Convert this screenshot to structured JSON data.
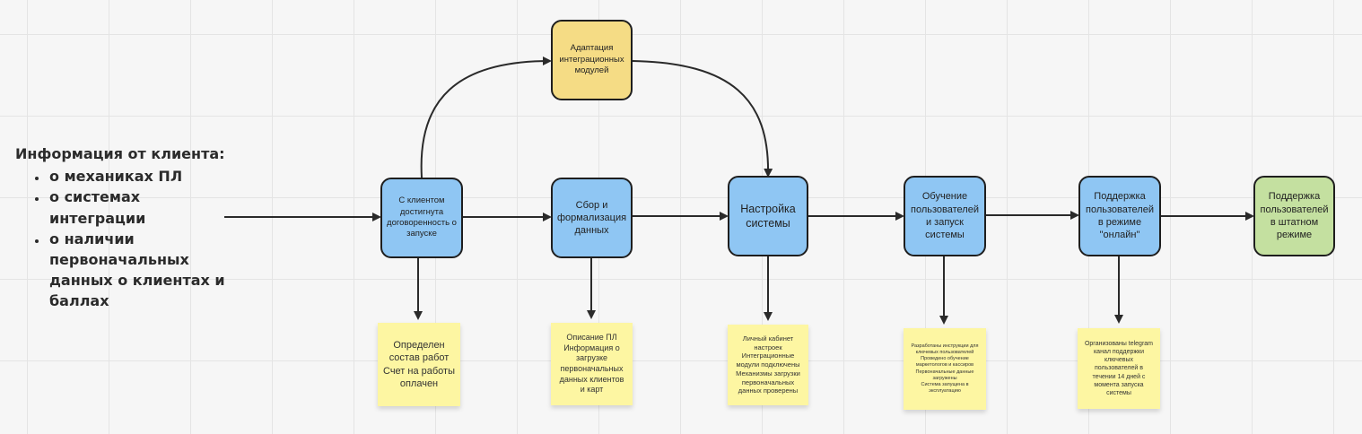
{
  "info": {
    "title": "Информация от клиента:",
    "items": [
      "о механиках ПЛ",
      "о системах интеграции",
      "о наличии первоначальных данных о клиентах и баллах"
    ]
  },
  "nodes": {
    "agreement": "С клиентом достигнута договоренность о запуске",
    "data_collection": "Сбор и формализация данных",
    "adaptation": "Адаптация интеграционных модулей",
    "setup": "Настройка системы",
    "training": "Обучение пользователей и запуск системы",
    "support_online": "Поддержка пользователей в режиме \"онлайн\"",
    "support_regular": "Поддержка пользователей в штатном режиме"
  },
  "notes": {
    "scope": "Определен состав работ\nСчет на работы оплачен",
    "description": "Описание ПЛ\nИнформация о загрузке первоначальных данных клиентов и карт",
    "cabinet": "Личный кабинет настроек\nИнтеграционные модули подключены\nМеханизмы загрузки первоначальных данных проверены",
    "instructions": "Разработаны инструкции для ключевых пользователей\nПроведено обучение маркетологов и кассиров\nПервоначальные данные загружены\nСистема запущена в эксплуатацию",
    "telegram": "Организованы telegram канал поддержки ключевых пользователей в течении 14 дней с момента запуска системы"
  },
  "colors": {
    "process": "#8fc6f3",
    "integration": "#f5dc85",
    "final": "#c4e0a0",
    "sticky": "#fdf6a2"
  }
}
